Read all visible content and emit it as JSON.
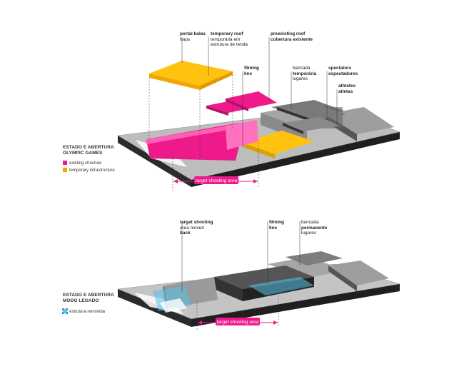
{
  "top": {
    "annotations": [
      {
        "id": "traps",
        "lines": [
          "portal balas",
          "traps"
        ]
      },
      {
        "id": "roof",
        "lines": [
          "temporary roof",
          "temporária em",
          "estrutura de tenda"
        ]
      },
      {
        "id": "existing",
        "lines": [
          "preexisting roof",
          "cobertura existente"
        ]
      },
      {
        "id": "filming",
        "lines": [
          "filming",
          "line"
        ]
      },
      {
        "id": "bancada",
        "lines": [
          "bancada",
          "temporária",
          "lugares"
        ]
      },
      {
        "id": "spectators",
        "lines": [
          "spectators",
          "espectadores"
        ]
      },
      {
        "id": "athletes",
        "lines": [
          "athletes",
          "atletas"
        ]
      }
    ],
    "legend": {
      "title_lines": [
        "ESTADO E ABERTURA",
        "OLYMPIC GAMES"
      ],
      "items": [
        {
          "label": "existing structure",
          "color": "#ee1a8c"
        },
        {
          "label": "temporary infrastructure",
          "color": "#f5a100"
        }
      ]
    },
    "target_label": "target shooting area"
  },
  "bottom": {
    "annotations": [
      {
        "id": "target",
        "lines": [
          "target shooting",
          "area moved",
          "back"
        ]
      },
      {
        "id": "filming",
        "lines": [
          "filming",
          "line"
        ]
      },
      {
        "id": "bancada",
        "lines": [
          "bancada",
          "permanente",
          "lugares"
        ]
      }
    ],
    "legend": {
      "title_lines": [
        "ESTADO E ABERTURA",
        "MODO LEGADO"
      ],
      "items": [
        {
          "label": "estrutura removida",
          "color": "#56c4e8"
        }
      ]
    },
    "target_label": "target shooting area"
  },
  "colors": {
    "magenta": "#ee1a8c",
    "yellow": "#ffc20e",
    "orange": "#f5a100",
    "blue": "#56c4e8",
    "dark": "#2b2b2b"
  }
}
